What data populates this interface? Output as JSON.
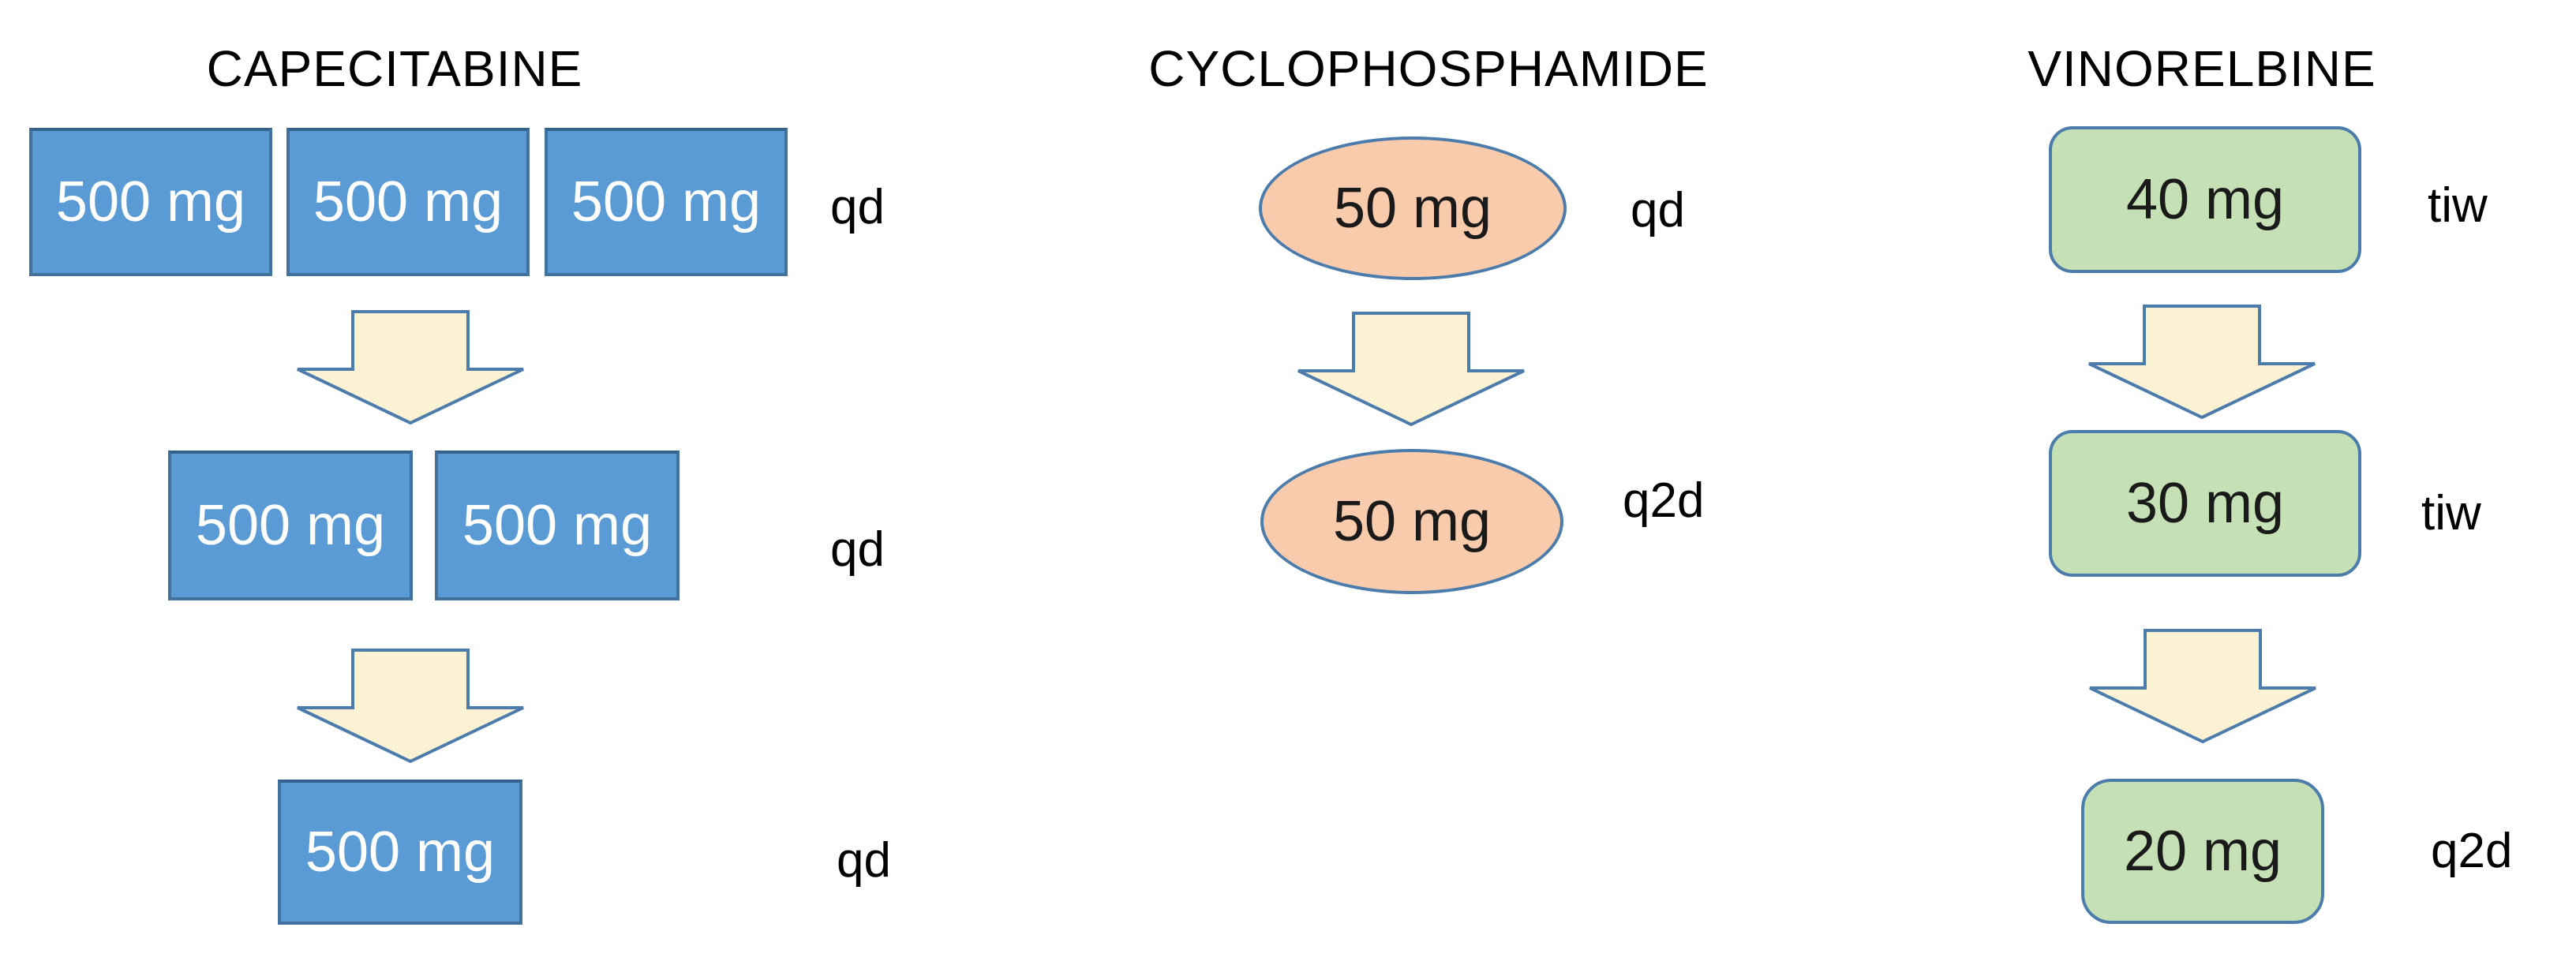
{
  "diagram": {
    "description": "Dose de-escalation scheme for three drugs",
    "columns": [
      {
        "title": "CAPECITABINE",
        "shape": "rectangle",
        "rows": [
          {
            "doses": [
              "500 mg",
              "500 mg",
              "500 mg"
            ],
            "frequency": "qd"
          },
          {
            "doses": [
              "500 mg",
              "500 mg"
            ],
            "frequency": "qd"
          },
          {
            "doses": [
              "500 mg"
            ],
            "frequency": "qd"
          }
        ]
      },
      {
        "title": "CYCLOPHOSPHAMIDE",
        "shape": "ellipse",
        "rows": [
          {
            "doses": [
              "50 mg"
            ],
            "frequency": "qd"
          },
          {
            "doses": [
              "50 mg"
            ],
            "frequency": "q2d"
          }
        ]
      },
      {
        "title": "VINORELBINE",
        "shape": "rounded-rectangle",
        "rows": [
          {
            "doses": [
              "40 mg"
            ],
            "frequency": "tiw"
          },
          {
            "doses": [
              "30 mg"
            ],
            "frequency": "tiw"
          },
          {
            "doses": [
              "20 mg"
            ],
            "frequency": "q2d"
          }
        ]
      }
    ],
    "icons": {
      "down_arrow": "block-arrow-down"
    },
    "colors": {
      "page_background": "#FFFFFF",
      "rectangle_fill": "#5B9BD5",
      "rectangle_border": "#41719C",
      "ellipse_fill": "#F8CBAD",
      "ellipse_border": "#4B7CAC",
      "rounded_fill": "#C5E0B4",
      "rounded_border": "#4B7CAC",
      "arrow_fill": "#FBF1D3",
      "arrow_border": "#4B7CAC",
      "title_color": "#000000",
      "label_color": "#000000",
      "rect_text_color": "#FFFFFF",
      "shape_text_color": "#1A1A1A"
    }
  }
}
